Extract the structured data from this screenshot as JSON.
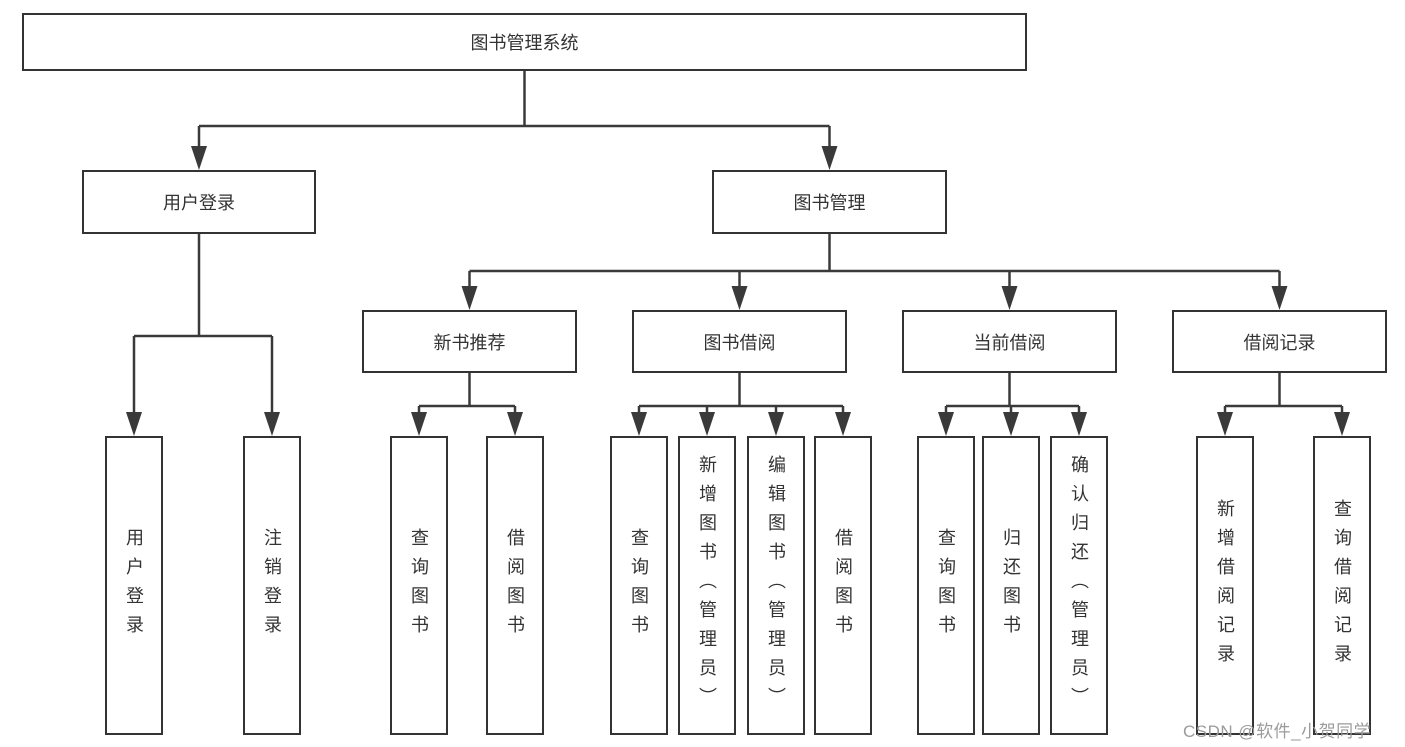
{
  "diagram": {
    "root": {
      "label": "图书管理系统"
    },
    "branches": [
      {
        "label": "用户登录",
        "children": [
          {
            "label": "用户登录"
          },
          {
            "label": "注销登录"
          }
        ]
      },
      {
        "label": "图书管理",
        "children": [
          {
            "label": "新书推荐",
            "children": [
              {
                "label": "查询图书"
              },
              {
                "label": "借阅图书"
              }
            ]
          },
          {
            "label": "图书借阅",
            "children": [
              {
                "label": "查询图书"
              },
              {
                "label": "新增图书（管理员）"
              },
              {
                "label": "编辑图书（管理员）"
              },
              {
                "label": "借阅图书"
              }
            ]
          },
          {
            "label": "当前借阅",
            "children": [
              {
                "label": "查询图书"
              },
              {
                "label": "归还图书"
              },
              {
                "label": "确认归还（管理员）"
              }
            ]
          },
          {
            "label": "借阅记录",
            "children": [
              {
                "label": "新增借阅记录"
              },
              {
                "label": "查询借阅记录"
              }
            ]
          }
        ]
      }
    ]
  },
  "watermark": {
    "text": "CSDN @软件_小贺同学",
    "color": "#9b9b9b"
  },
  "colors": {
    "line": "#3a3a3a",
    "box_border": "#333333",
    "box_background": "#ffffff",
    "text": "#333333",
    "background": "#ffffff"
  }
}
